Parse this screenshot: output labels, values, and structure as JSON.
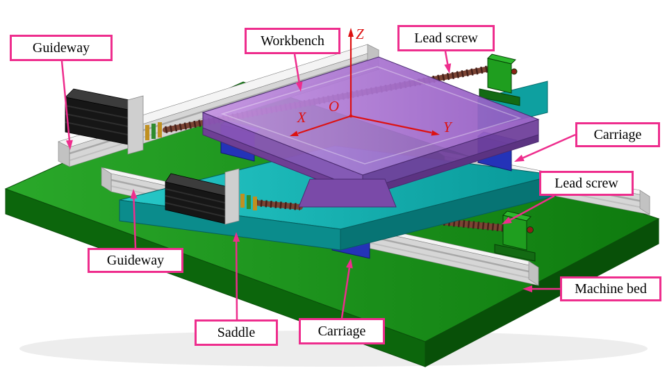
{
  "annotations": {
    "labels": [
      {
        "id": "guideway-top",
        "text": "Guideway"
      },
      {
        "id": "workbench",
        "text": "Workbench"
      },
      {
        "id": "lead-screw-top",
        "text": "Lead screw"
      },
      {
        "id": "carriage-right",
        "text": "Carriage"
      },
      {
        "id": "lead-screw-right",
        "text": "Lead screw"
      },
      {
        "id": "machine-bed",
        "text": "Machine bed"
      },
      {
        "id": "guideway-left",
        "text": "Guideway"
      },
      {
        "id": "saddle",
        "text": "Saddle"
      },
      {
        "id": "carriage-bottom",
        "text": "Carriage"
      }
    ],
    "axes": {
      "origin": "O",
      "x": "X",
      "y": "Y",
      "z": "Z"
    },
    "style": {
      "callout_color": "#ee2d8d",
      "axis_color": "#dd1111",
      "machine_bed_color": "#1f9a1f",
      "saddle_color": "#12b0b0",
      "workbench_color": "#a678d2",
      "carriage_color": "#2433b8",
      "lead_screw_color": "#6b3226",
      "guideway_color": "#e8e8e8",
      "motor_color": "#1a1a1a",
      "bearing_color": "#1f9e1f"
    }
  }
}
